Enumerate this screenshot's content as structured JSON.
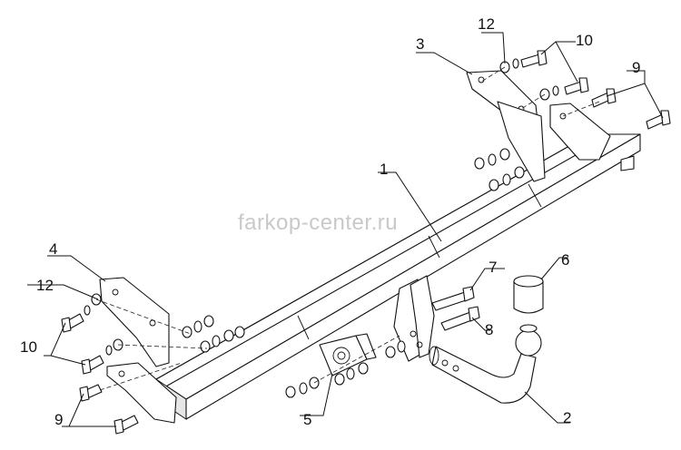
{
  "watermark": "farkop-center.ru",
  "callouts": [
    {
      "id": "c1",
      "text": "1"
    },
    {
      "id": "c2",
      "text": "2"
    },
    {
      "id": "c3",
      "text": "3"
    },
    {
      "id": "c4",
      "text": "4"
    },
    {
      "id": "c5",
      "text": "5"
    },
    {
      "id": "c6",
      "text": "6"
    },
    {
      "id": "c7",
      "text": "7"
    },
    {
      "id": "c8",
      "text": "8"
    },
    {
      "id": "c9a",
      "text": "9"
    },
    {
      "id": "c9b",
      "text": "9"
    },
    {
      "id": "c10a",
      "text": "10"
    },
    {
      "id": "c10b",
      "text": "10"
    },
    {
      "id": "c12a",
      "text": "12"
    },
    {
      "id": "c12b",
      "text": "12"
    }
  ]
}
